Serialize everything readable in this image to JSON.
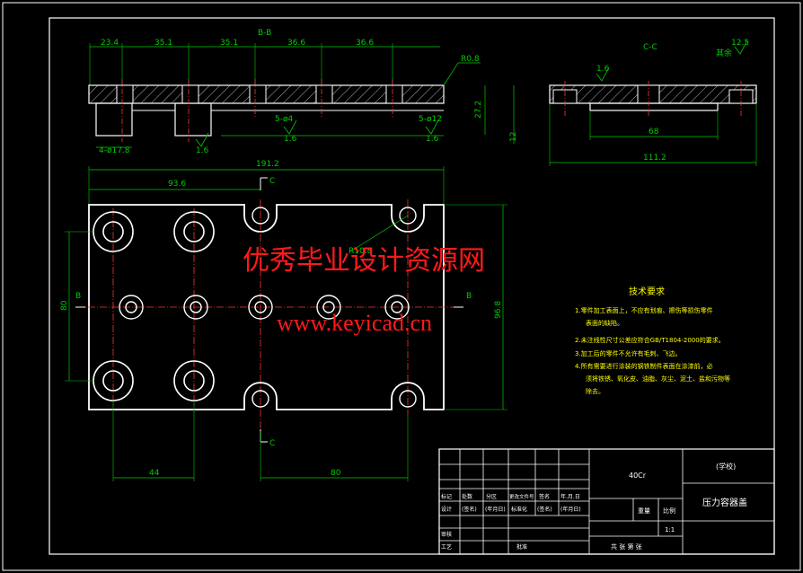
{
  "section_views": {
    "bb_title": "B-B",
    "cc_title": "C-C",
    "bb_dims": [
      "23.4",
      "35.1",
      "35.1",
      "36.6",
      "36.6"
    ],
    "r08": "R0.8",
    "h272": "27.2",
    "h12": "12",
    "hole_s4": "5-ø4",
    "hole_s12": "5-ø12",
    "holes_4": "4-ø17.8",
    "rough_16": "1.6",
    "cc_68": "68",
    "cc_1112": "111.2",
    "rough_corner": "12.5",
    "rough_corner_label": "其余"
  },
  "plan_view": {
    "w1912": "191.2",
    "w936": "93.6",
    "r": "R10.8",
    "h80": "80",
    "h968": "96.8",
    "d44": "44",
    "d80": "80",
    "b_left": "B",
    "b_right": "B",
    "c_top": "C",
    "c_bottom": "C"
  },
  "watermark": {
    "cn": "优秀毕业设计资源网",
    "url": "www.keyicad.cn"
  },
  "notes": {
    "title": "技术要求",
    "lines": [
      "1.零件加工表面上，不应有划痕、擦伤等损伤零件",
      "表面的缺陷。",
      "2.未注线性尺寸公差应符合GB/T1804-2000的要求。",
      "3.加工后的零件不允许有毛刺、飞边。",
      "4.所有需要进行涂装的钢铁制件表面在涂漆前，必",
      "须将铁锈、氧化皮、油脂、灰尘、泥土、盐和污物等",
      "除去。"
    ]
  },
  "title_block": {
    "material": "40Cr",
    "school": "(学校)",
    "part_name": "压力容器盖",
    "scale_label": "比例",
    "weight_label": "重量",
    "scale": "1:1",
    "sheet": "共 张 第 张",
    "row_labels": [
      "标记",
      "处数",
      "分区",
      "更改文件号",
      "签名",
      "年.月.日"
    ],
    "design": "设计",
    "sign": "(签名)",
    "date": "(年月日)",
    "std": "标准化",
    "review": "审核",
    "craft": "工艺",
    "approve": "批准"
  }
}
